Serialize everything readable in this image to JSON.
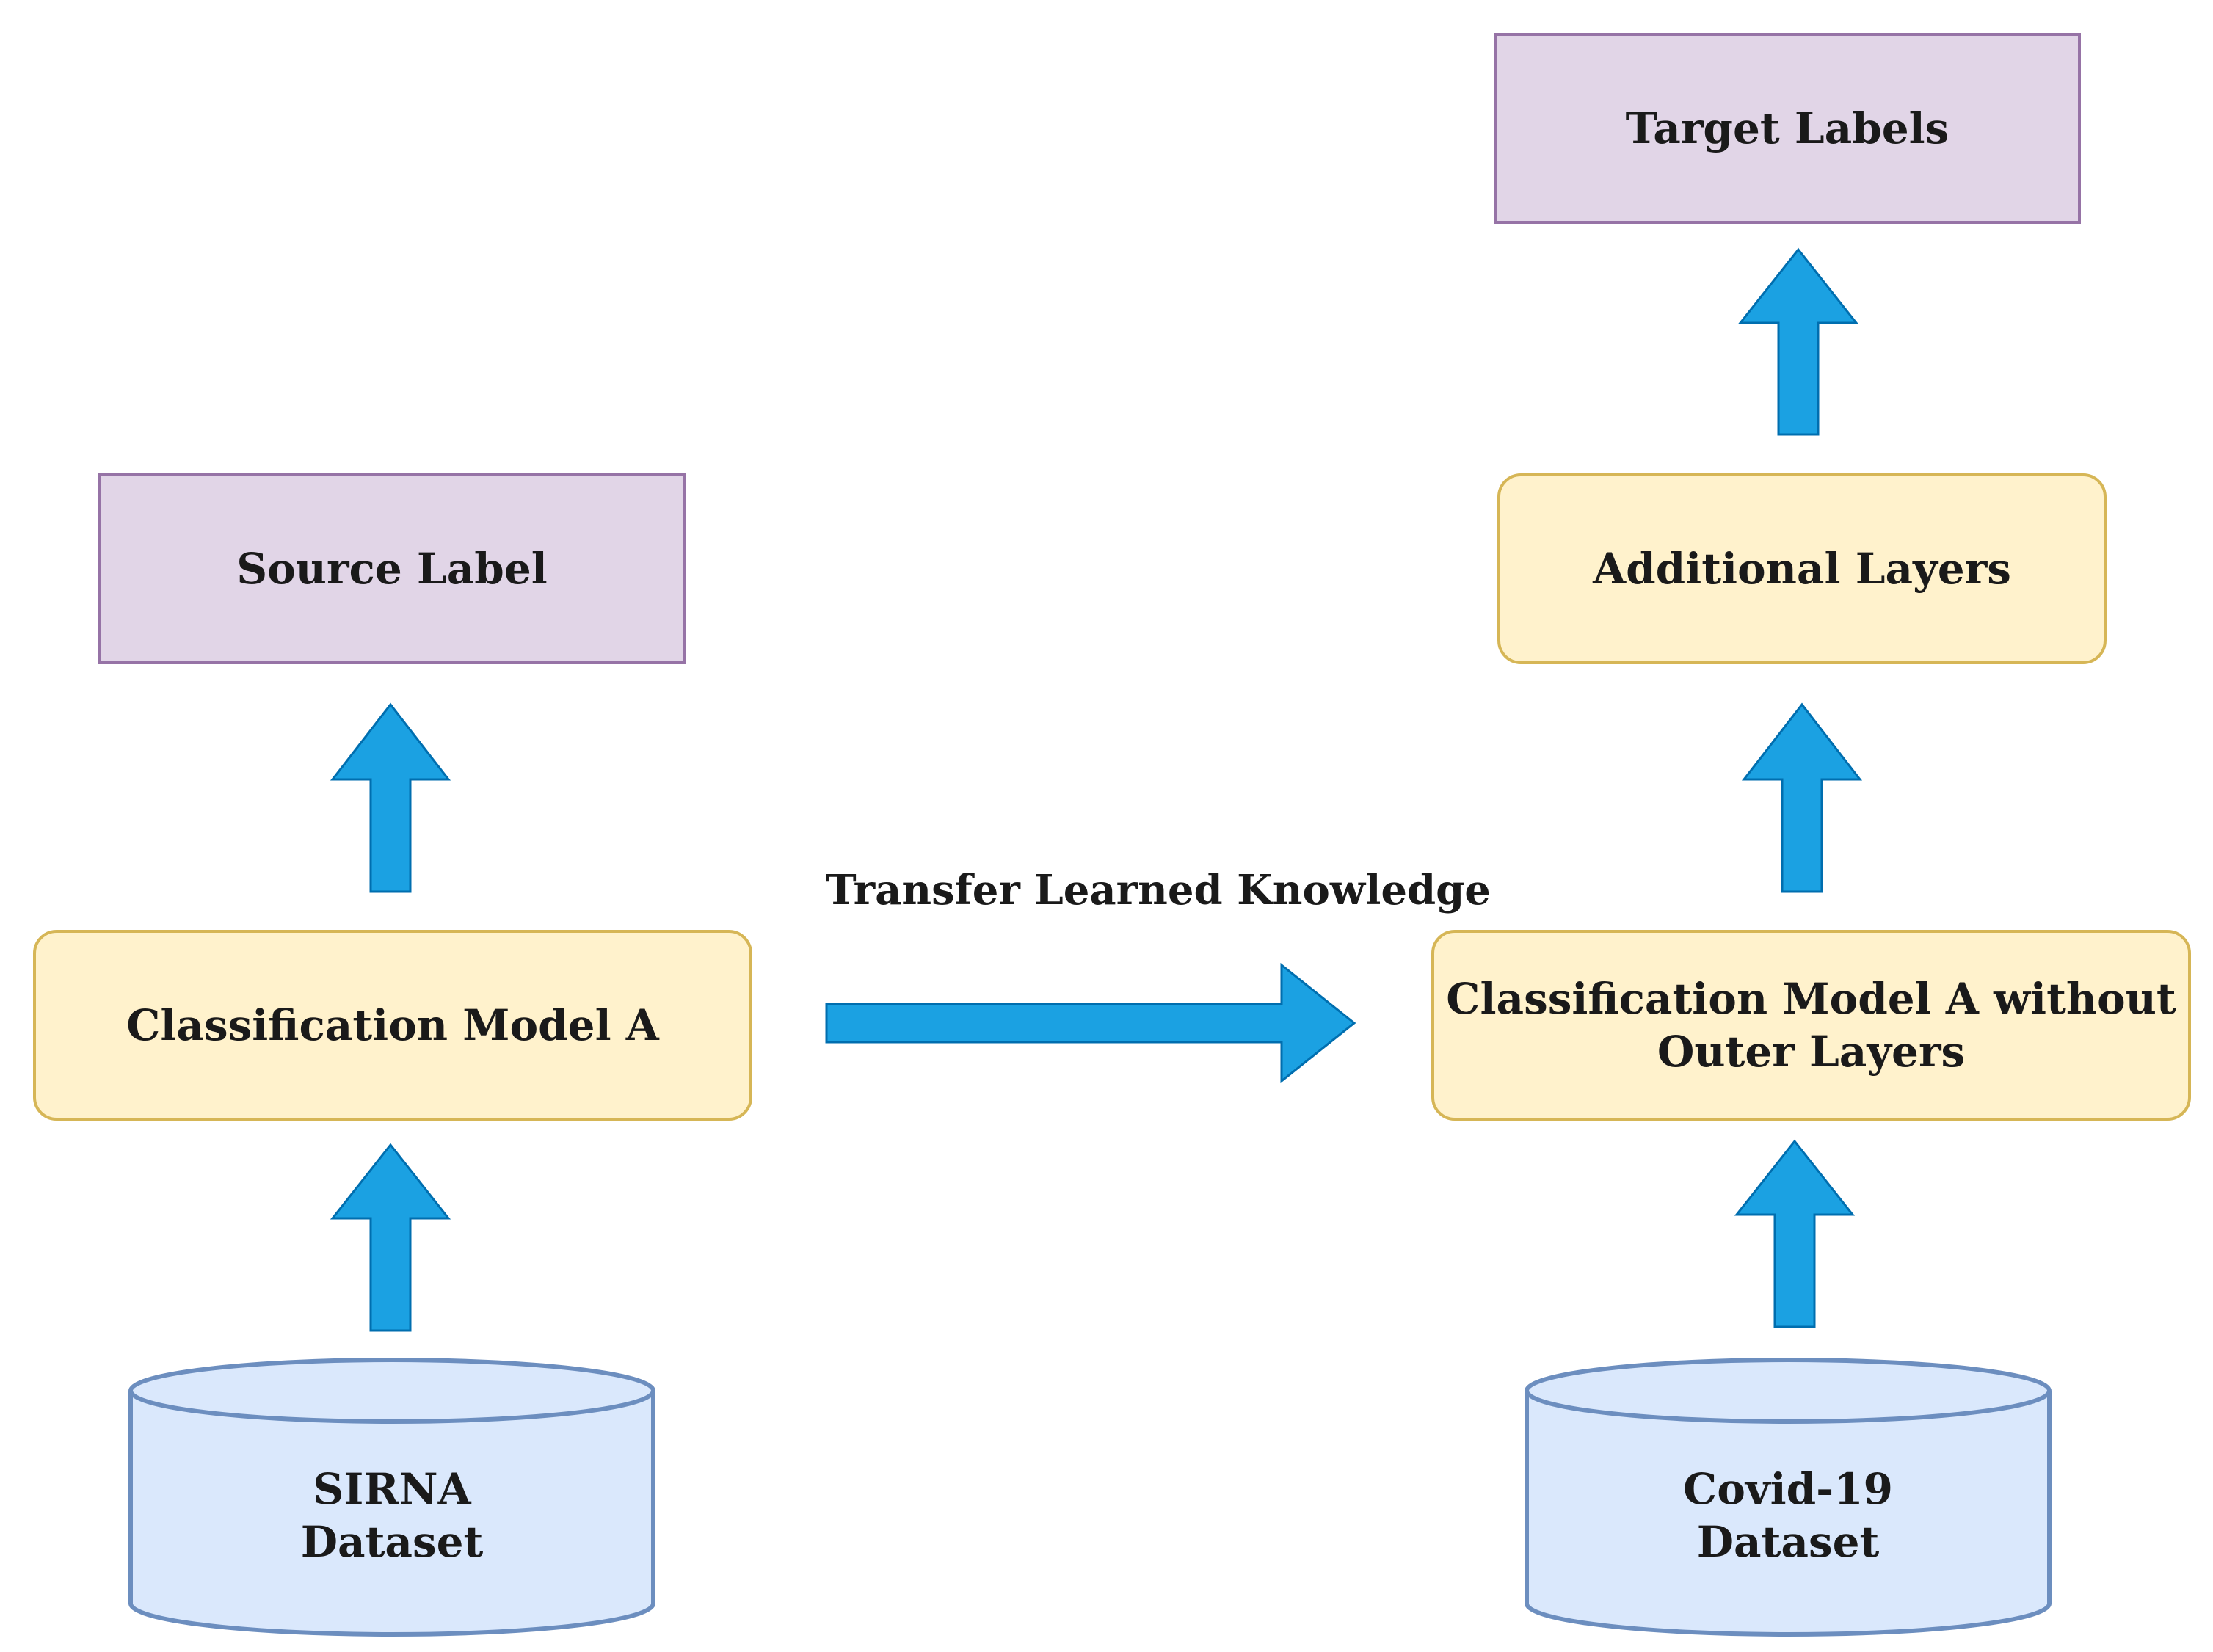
{
  "source": {
    "dataset_line1": "SIRNA",
    "dataset_line2": "Dataset",
    "model": "Classification Model A",
    "label": "Source Label"
  },
  "target": {
    "dataset_line1": "Covid-19",
    "dataset_line2": "Dataset",
    "model": "Classification Model A without Outer Layers",
    "additional": "Additional Layers",
    "label": "Target Labels"
  },
  "transfer": {
    "label": "Transfer Learned Knowledge"
  },
  "colors": {
    "arrow": "#1ba1e2",
    "arrow_stroke": "#006eaf",
    "label_fill": "#e1d5e7",
    "label_stroke": "#9673a6",
    "model_fill": "#fff2cc",
    "model_stroke": "#d6b656",
    "cylinder_fill": "#dae8fc",
    "cylinder_stroke": "#6c8ebf"
  }
}
